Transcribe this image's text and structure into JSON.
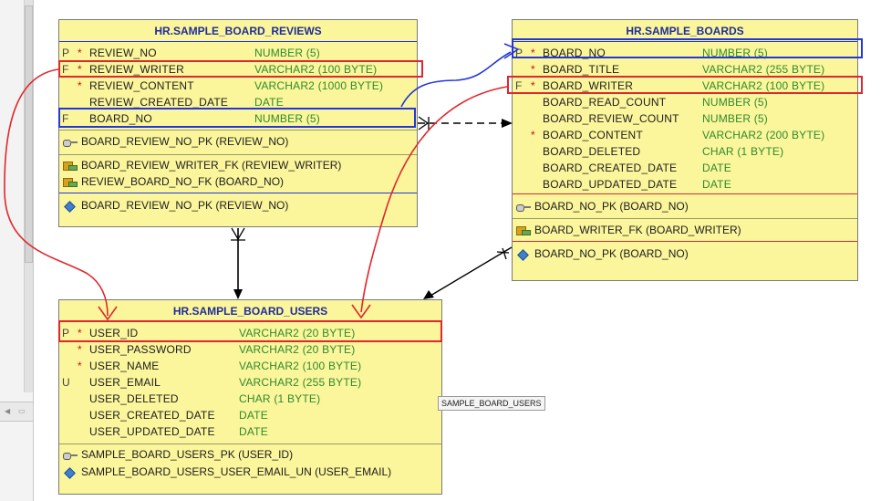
{
  "tables": {
    "reviews": {
      "title": "HR.SAMPLE_BOARD_REVIEWS",
      "columns": [
        {
          "key": "P",
          "star": "*",
          "name": "REVIEW_NO",
          "type": "NUMBER (5)"
        },
        {
          "key": "F",
          "star": "*",
          "name": "REVIEW_WRITER",
          "type": "VARCHAR2 (100 BYTE)"
        },
        {
          "key": "",
          "star": "*",
          "name": "REVIEW_CONTENT",
          "type": "VARCHAR2 (1000 BYTE)"
        },
        {
          "key": "",
          "star": "",
          "name": "REVIEW_CREATED_DATE",
          "type": "DATE"
        },
        {
          "key": "F",
          "star": "",
          "name": "BOARD_NO",
          "type": "NUMBER (5)"
        }
      ],
      "pk": [
        "BOARD_REVIEW_NO_PK (REVIEW_NO)"
      ],
      "fks": [
        "BOARD_REVIEW_WRITER_FK (REVIEW_WRITER)",
        "REVIEW_BOARD_NO_FK (BOARD_NO)"
      ],
      "indexes": [
        "BOARD_REVIEW_NO_PK (REVIEW_NO)"
      ]
    },
    "boards": {
      "title": "HR.SAMPLE_BOARDS",
      "columns": [
        {
          "key": "P",
          "star": "*",
          "name": "BOARD_NO",
          "type": "NUMBER (5)"
        },
        {
          "key": "",
          "star": "*",
          "name": "BOARD_TITLE",
          "type": "VARCHAR2 (255 BYTE)"
        },
        {
          "key": "F",
          "star": "*",
          "name": "BOARD_WRITER",
          "type": "VARCHAR2 (100 BYTE)"
        },
        {
          "key": "",
          "star": "",
          "name": "BOARD_READ_COUNT",
          "type": "NUMBER (5)"
        },
        {
          "key": "",
          "star": "",
          "name": "BOARD_REVIEW_COUNT",
          "type": "NUMBER (5)"
        },
        {
          "key": "",
          "star": "*",
          "name": "BOARD_CONTENT",
          "type": "VARCHAR2 (200 BYTE)"
        },
        {
          "key": "",
          "star": "",
          "name": "BOARD_DELETED",
          "type": "CHAR (1 BYTE)"
        },
        {
          "key": "",
          "star": "",
          "name": "BOARD_CREATED_DATE",
          "type": "DATE"
        },
        {
          "key": "",
          "star": "",
          "name": "BOARD_UPDATED_DATE",
          "type": "DATE"
        }
      ],
      "pk": [
        "BOARD_NO_PK (BOARD_NO)"
      ],
      "fks": [
        "BOARD_WRITER_FK (BOARD_WRITER)"
      ],
      "indexes": [
        "BOARD_NO_PK (BOARD_NO)"
      ]
    },
    "users": {
      "title": "HR.SAMPLE_BOARD_USERS",
      "columns": [
        {
          "key": "P",
          "star": "*",
          "name": "USER_ID",
          "type": "VARCHAR2 (20 BYTE)"
        },
        {
          "key": "",
          "star": "*",
          "name": "USER_PASSWORD",
          "type": "VARCHAR2 (20 BYTE)"
        },
        {
          "key": "",
          "star": "*",
          "name": "USER_NAME",
          "type": "VARCHAR2 (100 BYTE)"
        },
        {
          "key": "U",
          "star": "",
          "name": "USER_EMAIL",
          "type": "VARCHAR2 (255 BYTE)"
        },
        {
          "key": "",
          "star": "",
          "name": "USER_DELETED",
          "type": "CHAR (1 BYTE)"
        },
        {
          "key": "",
          "star": "",
          "name": "USER_CREATED_DATE",
          "type": "DATE"
        },
        {
          "key": "",
          "star": "",
          "name": "USER_UPDATED_DATE",
          "type": "DATE"
        }
      ],
      "pk": [
        "SAMPLE_BOARD_USERS_PK (USER_ID)"
      ],
      "fks": [],
      "indexes": [
        "SAMPLE_BOARD_USERS_USER_EMAIL_UN (USER_EMAIL)"
      ]
    }
  },
  "tooltip": "SAMPLE_BOARD_USERS",
  "colors": {
    "table_fill": "#fbf59b",
    "title": "#1f2e9a",
    "type_text": "#2e8b2e",
    "mandatory_star": "#d01010",
    "annotation_red": "#e0272c",
    "annotation_blue": "#2338d8",
    "relationship_line": "#000000"
  },
  "icons": {
    "pk": "key-icon",
    "fk": "foreign-key-icon",
    "index": "index-diamond-icon"
  }
}
